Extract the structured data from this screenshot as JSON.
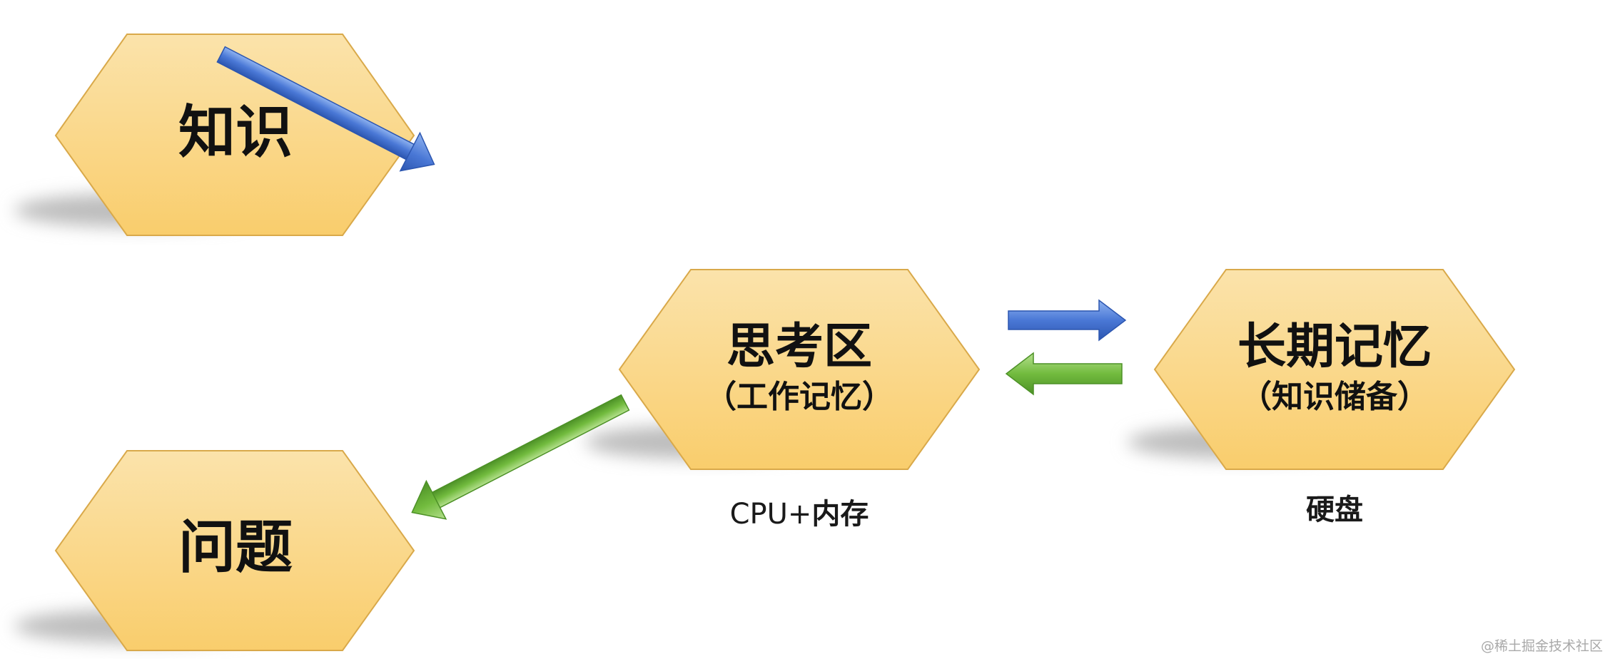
{
  "nodes": {
    "knowledge": {
      "title": "知识"
    },
    "problem": {
      "title": "问题"
    },
    "thinking": {
      "title": "思考区",
      "subtitle": "（工作记忆）",
      "caption_prefix": "CPU+",
      "caption_suffix": "内存"
    },
    "longterm": {
      "title": "长期记忆",
      "subtitle": "（知识储备）",
      "caption": "硬盘"
    }
  },
  "arrows": [
    {
      "from": "knowledge",
      "to": "thinking",
      "color": "blue"
    },
    {
      "from": "thinking",
      "to": "problem",
      "color": "green"
    },
    {
      "from": "thinking",
      "to": "longterm",
      "color": "blue"
    },
    {
      "from": "longterm",
      "to": "thinking",
      "color": "green"
    }
  ],
  "colors": {
    "hexagon_top": "#fbe3ab",
    "hexagon_bottom": "#f9cd6c",
    "hexagon_border": "#d9a94a",
    "arrow_blue": "#3f6fcf",
    "arrow_green": "#6cb83a",
    "shadow": "#bdbdbd"
  },
  "watermark": "@稀土掘金技术社区"
}
